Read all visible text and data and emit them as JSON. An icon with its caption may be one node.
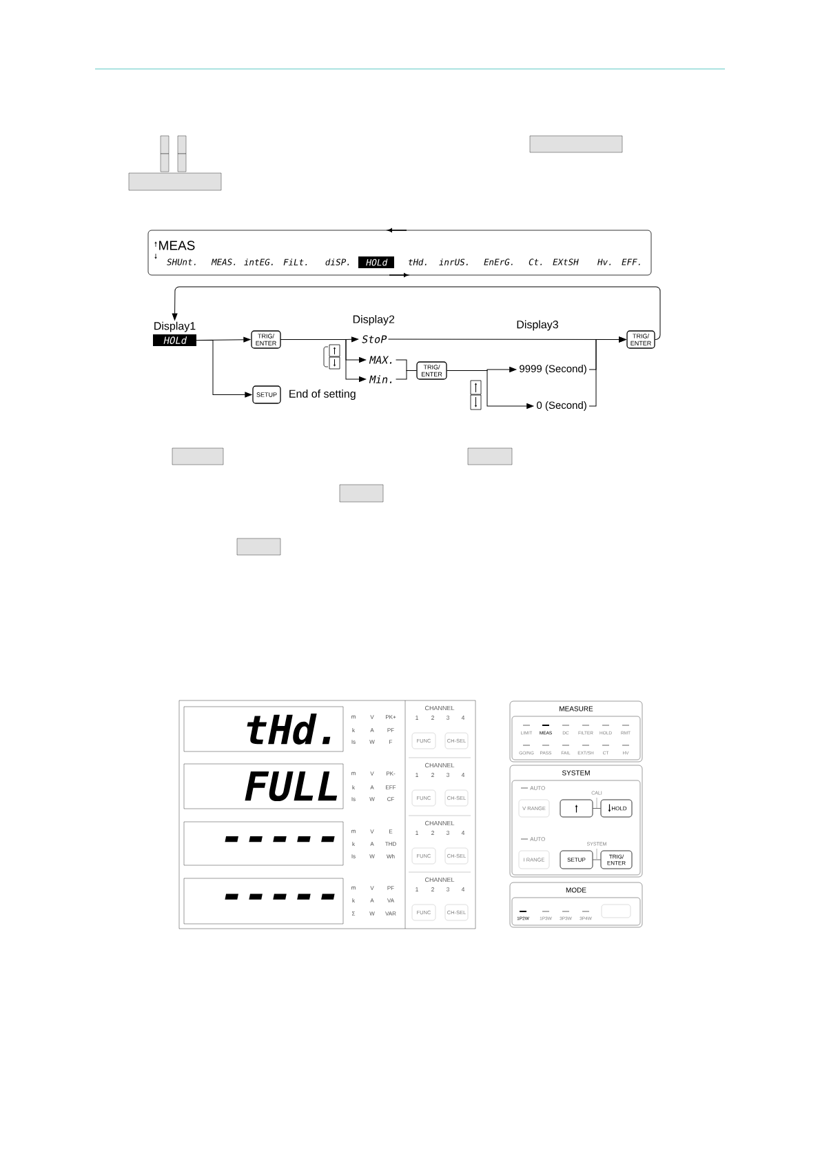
{
  "diagram": {
    "nodes": [
      {
        "text": [],
        "shape": "box"
      },
      {
        "text": [],
        "shape": "box"
      },
      {
        "text": [],
        "shape": "box"
      },
      {
        "text": [],
        "shape": "box"
      },
      {
        "text": [],
        "shape": "box"
      },
      {
        "text": [],
        "shape": "box"
      },
      {
        "text": [
          "MEAS"
        ]
      },
      {
        "text": [
          "HOLd"
        ],
        "in": 6
      },
      {
        "text": [
          "HOLd"
        ],
        "beside": [
          "Display1"
        ]
      },
      {
        "text": [
          "TRIG/ ENTER"
        ]
      },
      {
        "text": [
          "SETUP"
        ],
        "beside": [
          "End of setting"
        ]
      },
      {
        "text": [
          "StoP"
        ],
        "beside": [
          "Display2"
        ]
      },
      {
        "text": [
          "MAX."
        ]
      },
      {
        "text": [
          "Min."
        ]
      },
      {
        "text": [
          "TRIG/ ENTER"
        ]
      },
      {
        "text": [
          "9999 (Second)"
        ]
      },
      {
        "text": [
          "0 (Second)"
        ]
      },
      {
        "text": [
          "TRIG/ ENTER"
        ]
      },
      {
        "text": [],
        "shape": "box"
      },
      {
        "text": [],
        "shape": "box"
      },
      {
        "text": [],
        "shape": "box"
      },
      {
        "text": [],
        "shape": "box"
      },
      {
        "text": [],
        "shape": "box"
      },
      {
        "text": [
          "tHd."
        ],
        "in": 22
      },
      {
        "text": [
          "FULL"
        ],
        "in": 22
      },
      {
        "text": [
          "-----"
        ],
        "in": 22
      },
      {
        "text": [
          "-----"
        ],
        "in": 22
      },
      {
        "text": [
          "FUNC"
        ],
        "in": 22
      },
      {
        "text": [
          "CH-SEL"
        ],
        "in": 22
      },
      {
        "text": [
          "FUNC"
        ],
        "in": 22
      },
      {
        "text": [
          "CH-SEL"
        ],
        "in": 22
      },
      {
        "text": [
          "FUNC"
        ],
        "in": 22
      },
      {
        "text": [
          "CH-SEL"
        ],
        "in": 22
      },
      {
        "text": [
          "FUNC"
        ],
        "in": 22
      },
      {
        "text": [
          "CH-SEL"
        ],
        "in": 22
      },
      {
        "text": [
          "MEASURE"
        ]
      },
      {
        "text": [
          "SYSTEM"
        ]
      },
      {
        "text": [
          "V RANGE"
        ],
        "in": 36
      },
      {
        "text": [],
        "shape": "box",
        "in": 36
      },
      {
        "text": [
          "HOLD"
        ],
        "in": 36
      },
      {
        "text": [
          "I RANGE"
        ],
        "in": 36
      },
      {
        "text": [
          "SETUP"
        ],
        "in": 36
      },
      {
        "text": [
          "TRIG/ ENTER"
        ],
        "in": 36
      },
      {
        "text": [
          "MODE"
        ]
      },
      {
        "text": [],
        "shape": "box",
        "in": 43
      }
    ],
    "edges": [
      {
        "from": 17,
        "to": 8,
        "arrow": "to"
      },
      {
        "from": 8,
        "to": 9,
        "arrow": "to"
      },
      {
        "from": 8,
        "to": 10,
        "arrow": "to"
      },
      {
        "from": 9,
        "to": 11,
        "arrow": "to"
      },
      {
        "from": 9,
        "to": 12,
        "arrow": "to"
      },
      {
        "from": 9,
        "to": 13,
        "arrow": "to"
      },
      {
        "from": 11,
        "to": 17,
        "arrow": "to"
      },
      {
        "from": 12,
        "to": 14,
        "arrow": "none"
      },
      {
        "from": 13,
        "to": 14,
        "arrow": "none"
      },
      {
        "from": 14,
        "to": 15,
        "arrow": "to"
      },
      {
        "from": 14,
        "to": 16,
        "arrow": "to"
      },
      {
        "from": 15,
        "to": 17,
        "arrow": "to"
      },
      {
        "from": 16,
        "to": 17,
        "arrow": "to"
      },
      {
        "from": 38,
        "to": 39,
        "arrow": "none",
        "label": "CALI"
      },
      {
        "from": 41,
        "to": 42,
        "arrow": "none",
        "label": "SYSTEM"
      }
    ],
    "labels": [
      "Display3",
      "SHUnt.",
      "MEAS.",
      "intEG.",
      "FiLt.",
      "diSP.",
      "tHd.",
      "inrUS.",
      "EnErG.",
      "Ct.",
      "EXtSH",
      "Hv.",
      "EFF.",
      "m",
      "V",
      "PK+",
      "k",
      "A",
      "PF",
      "Is",
      "W",
      "F",
      "m",
      "V",
      "PK-",
      "k",
      "A",
      "EFF",
      "Is",
      "W",
      "CF",
      "m",
      "V",
      "E",
      "k",
      "A",
      "THD",
      "Is",
      "W",
      "Wh",
      "m",
      "V",
      "PF",
      "k",
      "A",
      "VA",
      "Σ",
      "W",
      "VAR",
      "CHANNEL",
      "1",
      "2",
      "3",
      "4",
      "CHANNEL",
      "1",
      "2",
      "3",
      "4",
      "CHANNEL",
      "1",
      "2",
      "3",
      "4",
      "CHANNEL",
      "1",
      "2",
      "3",
      "4",
      "LIMIT",
      "MEAS",
      "DC",
      "FILTER",
      "HOLD",
      "RMT",
      "GO/NG",
      "PASS",
      "FAIL",
      "EXT/SH",
      "CT",
      "HV",
      "AUTO",
      "AUTO",
      "1P2W",
      "1P3W",
      "3P3W",
      "3P4W"
    ]
  }
}
